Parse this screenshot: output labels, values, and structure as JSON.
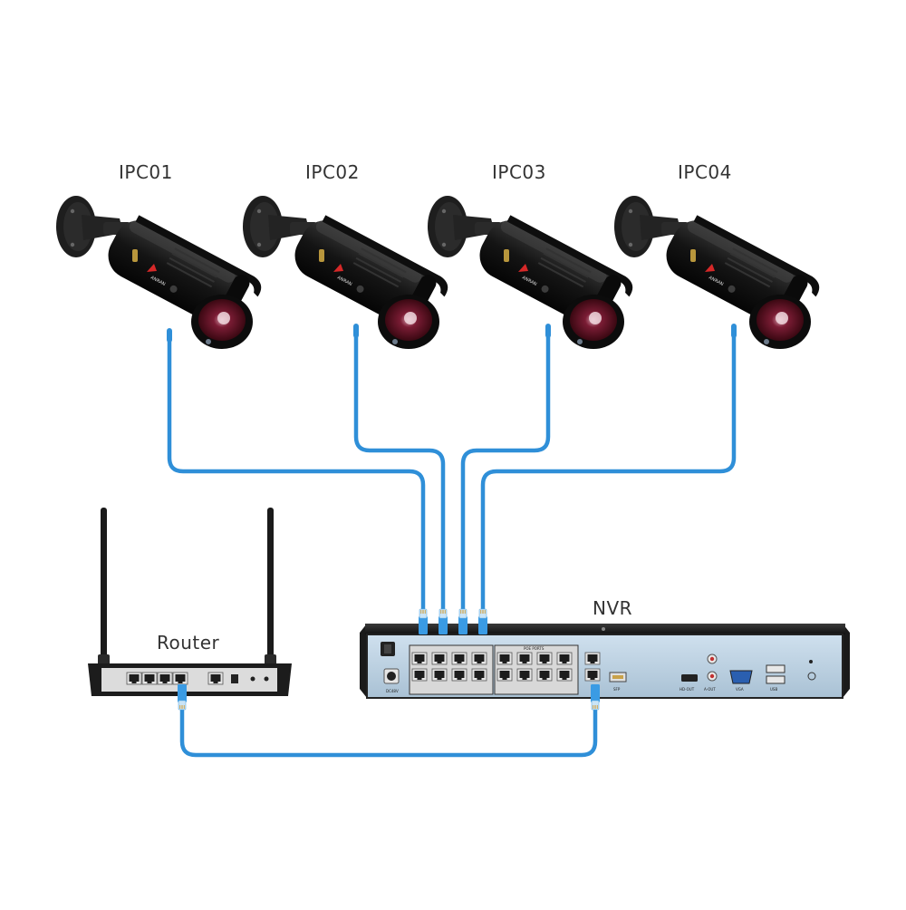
{
  "cameras": [
    {
      "label": "IPC01",
      "brand": "ANRAN"
    },
    {
      "label": "IPC02",
      "brand": "ANRAN"
    },
    {
      "label": "IPC03",
      "brand": "ANRAN"
    },
    {
      "label": "IPC04",
      "brand": "ANRAN"
    }
  ],
  "router": {
    "label": "Router"
  },
  "nvr": {
    "label": "NVR",
    "poe_ports_label": "POE PORTS",
    "port_labels": [
      "DC48V",
      "SFP",
      "HD-OUT",
      "A-OUT",
      "VGA",
      "USB"
    ]
  },
  "colors": {
    "cable": "#2f8fd8",
    "camera_body": "#1a1a1a",
    "nvr_panel": "#b9cfe0",
    "router_body": "#1c1c1c"
  }
}
